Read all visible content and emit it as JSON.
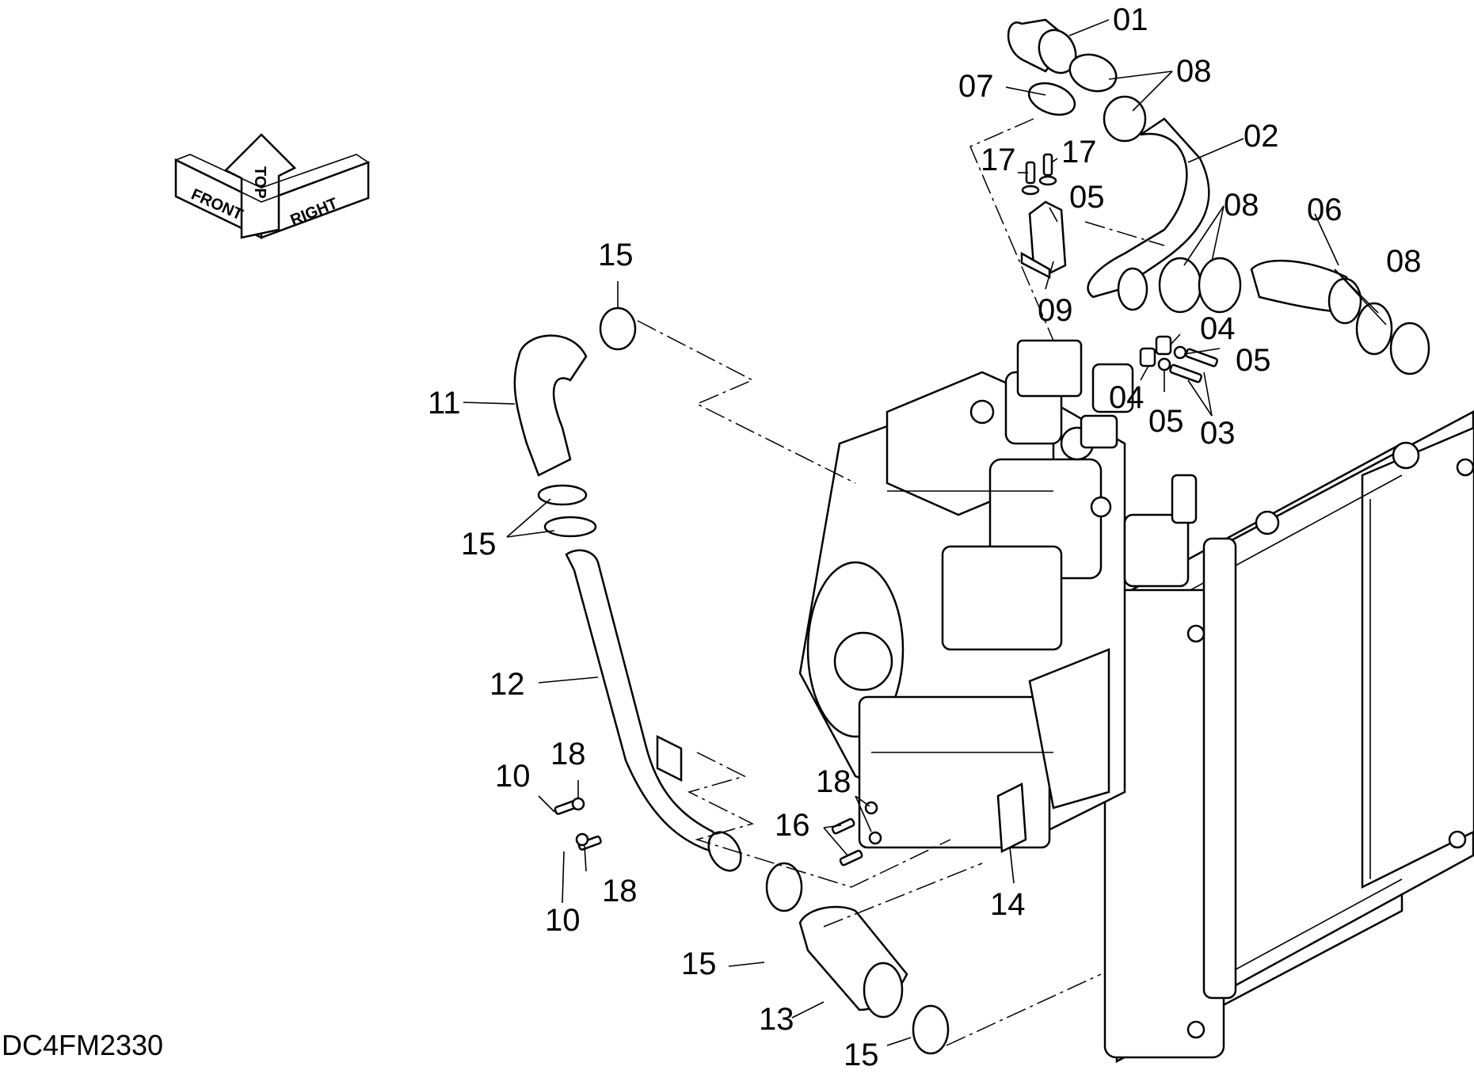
{
  "drawing_code": "DC4FM2330",
  "orientation_indicator": {
    "front": "FRONT",
    "top": "TOP",
    "right": "RIGHT"
  },
  "callouts": {
    "c01": "01",
    "c02": "02",
    "c03": "03",
    "c04a": "04",
    "c04b": "04",
    "c05a": "05",
    "c05b": "05",
    "c05c": "05",
    "c06": "06",
    "c07": "07",
    "c08a": "08",
    "c08b": "08",
    "c08c": "08",
    "c09": "09",
    "c10a": "10",
    "c10b": "10",
    "c11": "11",
    "c12": "12",
    "c13": "13",
    "c14": "14",
    "c15a": "15",
    "c15b": "15",
    "c15c": "15",
    "c15d": "15",
    "c16": "16",
    "c17a": "17",
    "c17b": "17",
    "c18a": "18",
    "c18b": "18",
    "c18c": "18"
  }
}
